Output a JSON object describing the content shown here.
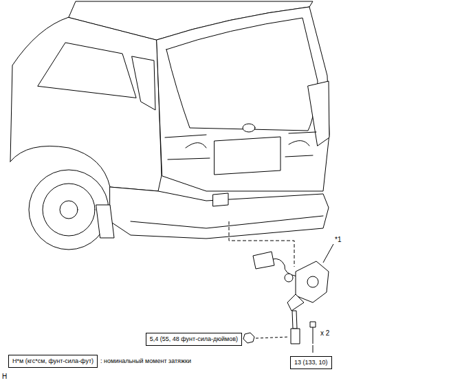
{
  "diagram": {
    "nodes": [
      {
        "text": [
          "5,4 (55, 48 фунт-сила-дюймов)"
        ]
      },
      {
        "text": [
          "13 (133, 10)"
        ]
      },
      {
        "text": [
          "Н*м (кгс*см, фунт-сила-фут)"
        ]
      }
    ],
    "labels": [
      "*1",
      "x 2",
      ": номинальный момент затяжки",
      "H"
    ]
  }
}
